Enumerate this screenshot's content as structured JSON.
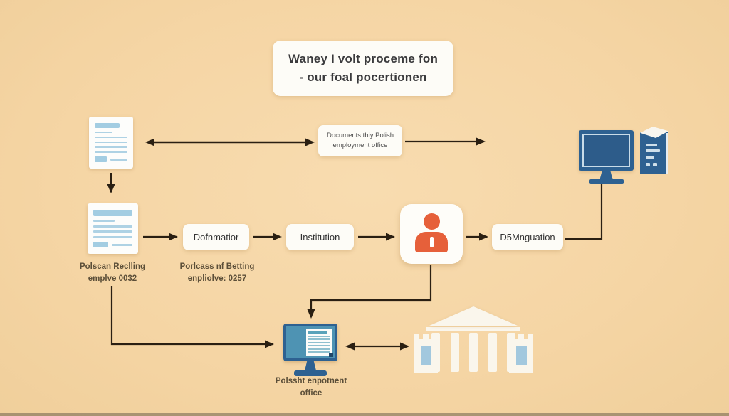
{
  "title": {
    "line1": "Waney I volt proceme fon",
    "line2": "- our foal pocertionen"
  },
  "boxes": {
    "documents": {
      "line1": "Documents thiy Polish",
      "line2": "employment office"
    },
    "dofnmatior": "Dofnmatior",
    "institution": "Institution",
    "d5mnguation": "D5Mnguation"
  },
  "captions": {
    "records": {
      "line1": "Polscan Reclling",
      "line2": "emplve 0032"
    },
    "process": {
      "line1": "Porlcass nf Betting",
      "line2": "enpliolve: 0257"
    },
    "office": {
      "line1": "Polssht enpotnent",
      "line2": "office"
    }
  },
  "icons": {
    "document_top": "document-icon",
    "document_record": "document-icon",
    "person": "person-icon",
    "desktop_computer": "desktop-computer-icon",
    "computer_tower": "computer-tower-icon",
    "office_monitor": "monitor-with-document-icon",
    "bank": "government-building-icon"
  },
  "colors": {
    "background": "#f5d5a4",
    "card": "#fdfcf7",
    "arrow": "#2a1f12",
    "doc_line_blue": "#a3cde2",
    "computer_blue": "#2e6191",
    "screen_teal": "#4e93b3",
    "person_orange": "#e6603a",
    "building_white": "#faf6ec",
    "window_blue": "#a2c8de",
    "title_text": "#3a3a3c",
    "caption_text": "#5b4e38"
  }
}
